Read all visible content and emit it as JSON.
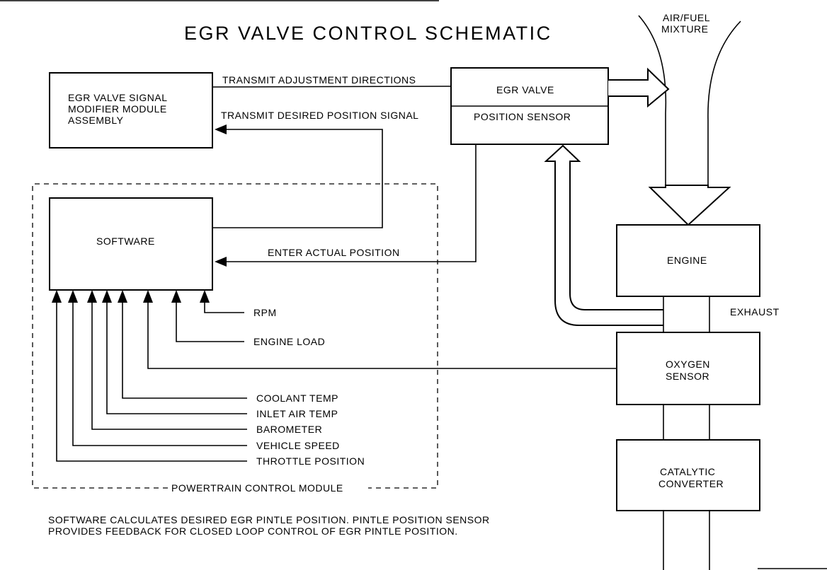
{
  "title": "EGR VALVE CONTROL SCHEMATIC",
  "air_fuel_line1": "AIR/FUEL",
  "air_fuel_line2": "MIXTURE",
  "modifier_module": {
    "line1": "EGR VALVE SIGNAL",
    "line2": "MODIFIER MODULE",
    "line3": "ASSEMBLY"
  },
  "egr_valve": "EGR VALVE",
  "position_sensor": "POSITION SENSOR",
  "software": "SOFTWARE",
  "engine": "ENGINE",
  "exhaust": "EXHAUST",
  "oxygen_sensor": {
    "line1": "OXYGEN",
    "line2": "SENSOR"
  },
  "catalytic_converter": {
    "line1": "CATALYTIC",
    "line2": "CONVERTER"
  },
  "signals": {
    "adjustment": "TRANSMIT ADJUSTMENT DIRECTIONS",
    "desired": "TRANSMIT DESIRED POSITION SIGNAL",
    "actual": "ENTER ACTUAL POSITION"
  },
  "inputs": {
    "rpm": "RPM",
    "engine_load": "ENGINE LOAD",
    "coolant_temp": "COOLANT TEMP",
    "inlet_air_temp": "INLET AIR TEMP",
    "barometer": "BAROMETER",
    "vehicle_speed": "VEHICLE SPEED",
    "throttle_position": "THROTTLE POSITION"
  },
  "pcm_label": "POWERTRAIN CONTROL MODULE",
  "footnote": {
    "line1": "SOFTWARE CALCULATES DESIRED EGR PINTLE POSITION. PINTLE POSITION SENSOR",
    "line2": "PROVIDES FEEDBACK FOR CLOSED LOOP CONTROL OF EGR PINTLE POSITION."
  }
}
